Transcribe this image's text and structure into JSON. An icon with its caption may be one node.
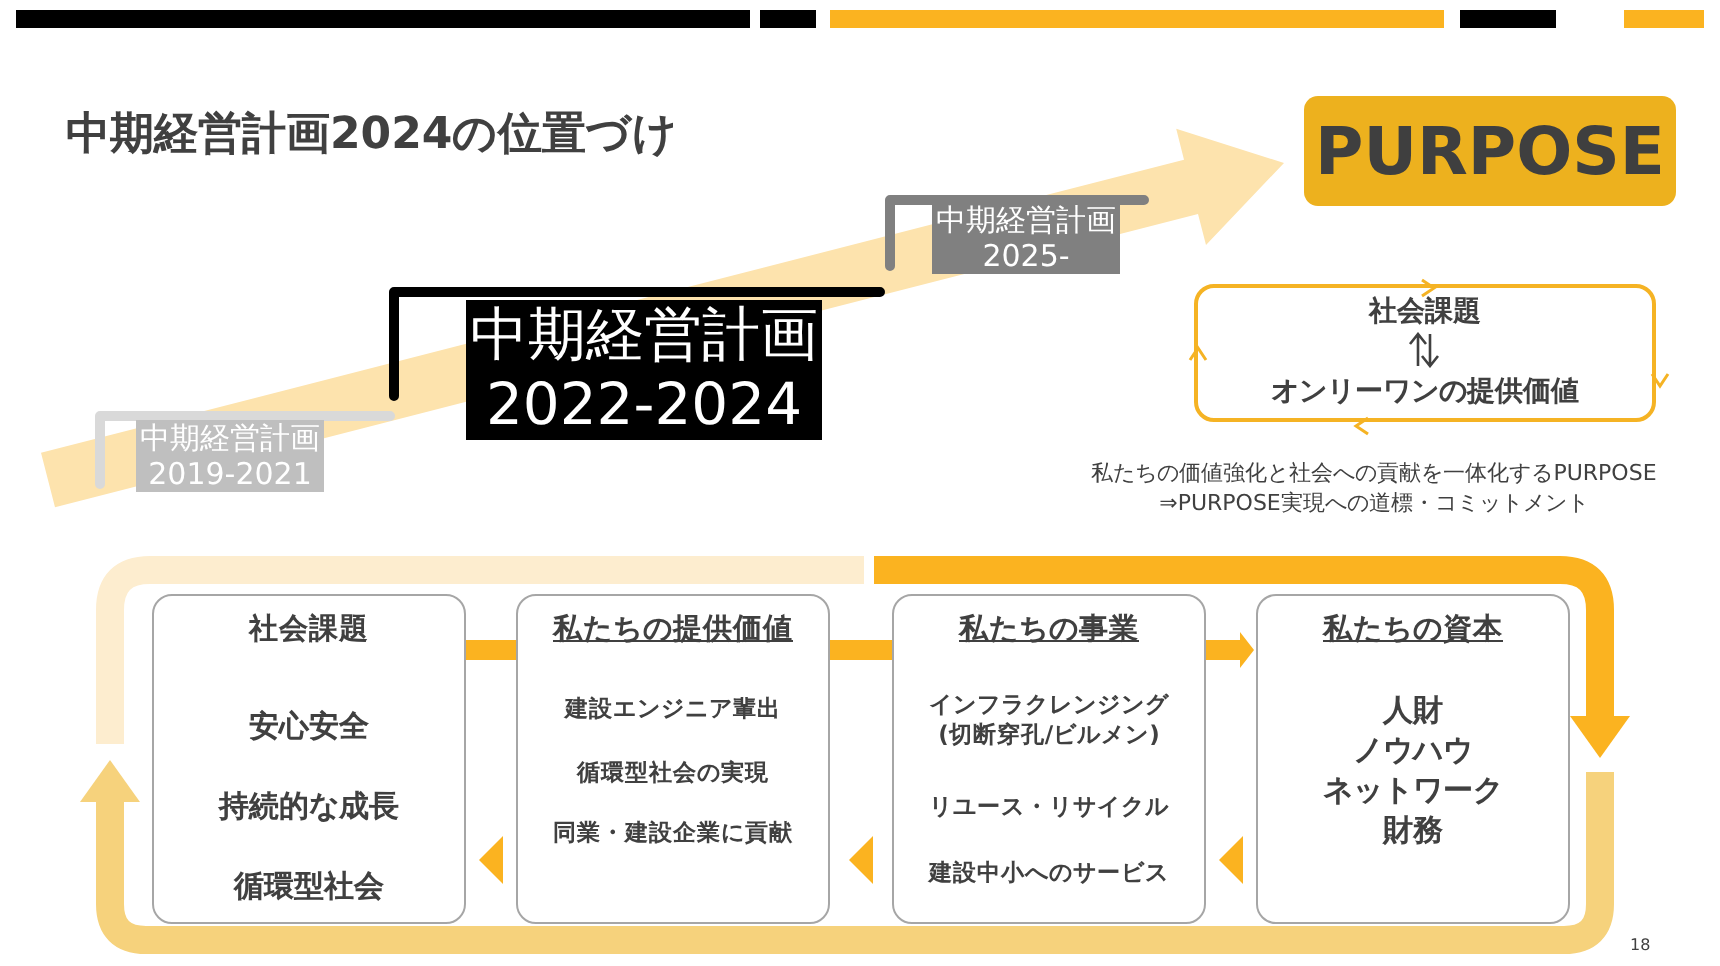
{
  "diagram": {
    "title": "中期経営計画2024の位置づけ",
    "nodes": [
      {
        "text": [
          "中期経営計画",
          "2019-2021"
        ]
      },
      {
        "text": [
          "中期経営計画",
          "2022-2024"
        ]
      },
      {
        "text": [
          "中期経営計画",
          "2025-"
        ]
      },
      {
        "text": [
          "PURPOSE"
        ]
      },
      {
        "text": [
          "社会課題",
          "オンリーワンの提供価値"
        ]
      },
      {
        "text": [
          "社会課題",
          "安心安全",
          "持続的な成長",
          "循環型社会"
        ]
      },
      {
        "text": [
          "私たちの提供価値",
          "建設エンジニア輩出",
          "循環型社会の実現",
          "同業・建設企業に貢献"
        ]
      },
      {
        "text": [
          "私たちの事業",
          "インフラクレンジング (切断穿孔/ビルメン)",
          "リユース・リサイクル",
          "建設中小へのサービス"
        ]
      },
      {
        "text": [
          "私たちの資本",
          "人財",
          "ノウハウ",
          "ネットワーク",
          "財務"
        ]
      }
    ],
    "edges": [
      {
        "from": null,
        "to": 3,
        "arrow": "to"
      },
      {
        "from": 5,
        "to": 6,
        "arrow": "none"
      },
      {
        "from": 6,
        "to": 7,
        "arrow": "none"
      },
      {
        "from": 7,
        "to": 8,
        "arrow": "to"
      },
      {
        "from": 8,
        "to": 7,
        "arrow": "to"
      },
      {
        "from": 7,
        "to": 6,
        "arrow": "to"
      },
      {
        "from": 6,
        "to": 5,
        "arrow": "to"
      }
    ],
    "labels": [
      "私たちの価値強化と社会への貢献を一体化するPURPOSE",
      "⇒PURPOSE実現への道標・コミットメント",
      "18"
    ]
  }
}
